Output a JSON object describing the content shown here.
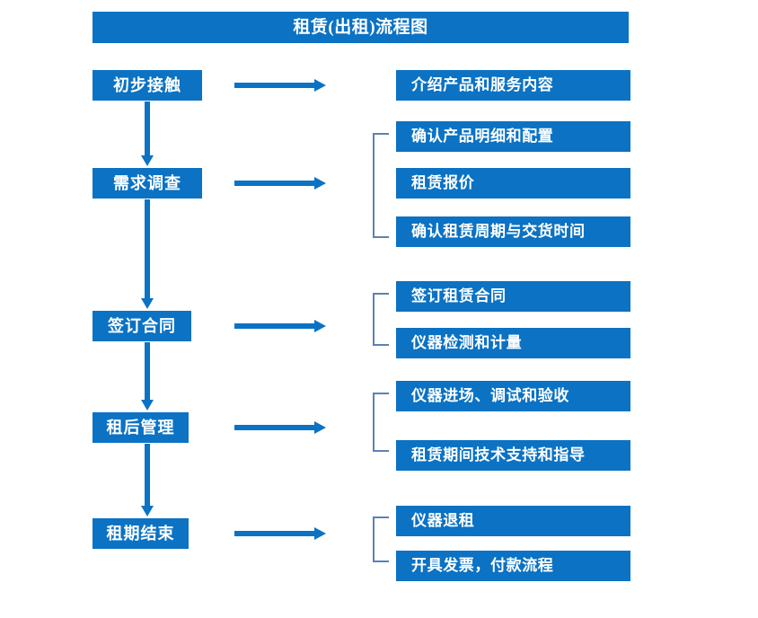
{
  "diagram": {
    "title": "租赁(出租)流程图",
    "accent_color": "#0b72c4",
    "bracket_color": "#5d81b2",
    "text_color": "#ffffff",
    "background_color": "#ffffff"
  },
  "stages": [
    {
      "label": "初步接触"
    },
    {
      "label": "需求调查"
    },
    {
      "label": "签订合同"
    },
    {
      "label": "租后管理"
    },
    {
      "label": "租期结束"
    }
  ],
  "tasks": [
    {
      "label": "介绍产品和服务内容"
    },
    {
      "label": "确认产品明细和配置"
    },
    {
      "label": "租赁报价"
    },
    {
      "label": "确认租赁周期与交货时间"
    },
    {
      "label": "签订租赁合同"
    },
    {
      "label": "仪器检测和计量"
    },
    {
      "label": "仪器进场、调试和验收"
    },
    {
      "label": "租赁期间技术支持和指导"
    },
    {
      "label": "仪器退租"
    },
    {
      "label": "开具发票，付款流程"
    }
  ]
}
